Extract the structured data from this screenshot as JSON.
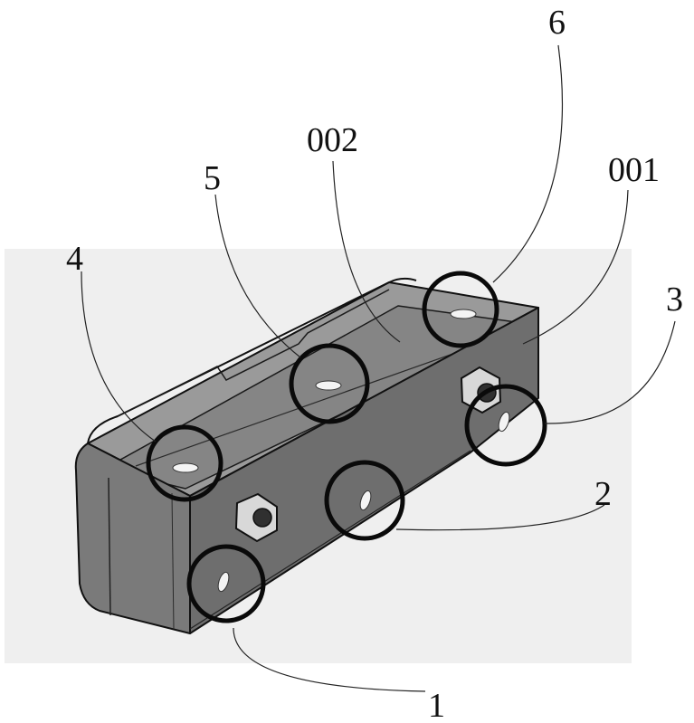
{
  "figure": {
    "background_color": "#efefef",
    "body_color": "#6e6e6e",
    "callouts": {
      "c1": "1",
      "c2": "2",
      "c3": "3",
      "c4": "4",
      "c5": "5",
      "c6": "6",
      "c001": "001",
      "c002": "002"
    }
  }
}
